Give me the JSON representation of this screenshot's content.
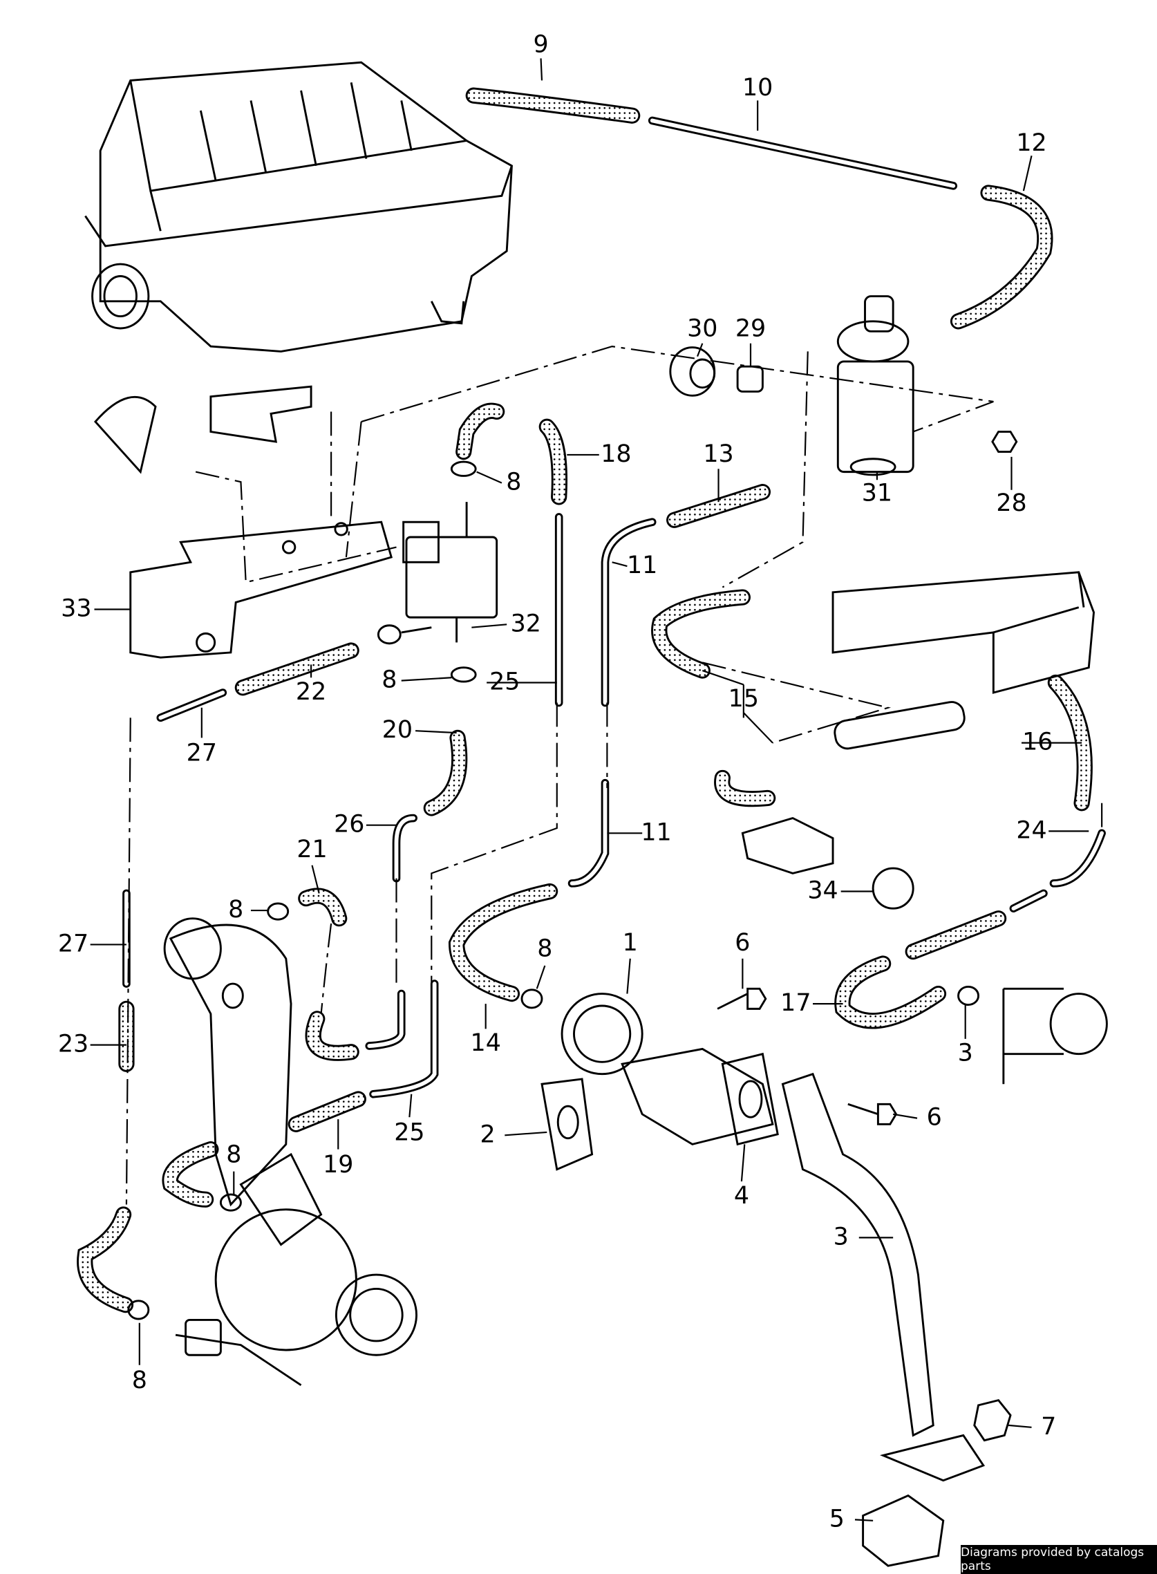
{
  "diagram": {
    "callouts": [
      "9",
      "10",
      "12",
      "30",
      "29",
      "18",
      "8",
      "13",
      "31",
      "28",
      "11",
      "33",
      "32",
      "8",
      "25",
      "22",
      "15",
      "20",
      "27",
      "16",
      "26",
      "11",
      "24",
      "21",
      "34",
      "8",
      "1",
      "6",
      "8",
      "27",
      "17",
      "3",
      "14",
      "23",
      "2",
      "6",
      "19",
      "25",
      "8",
      "4",
      "3",
      "8",
      "7",
      "5"
    ]
  },
  "footer": {
    "credit": "Diagrams provided by catalogs parts"
  }
}
